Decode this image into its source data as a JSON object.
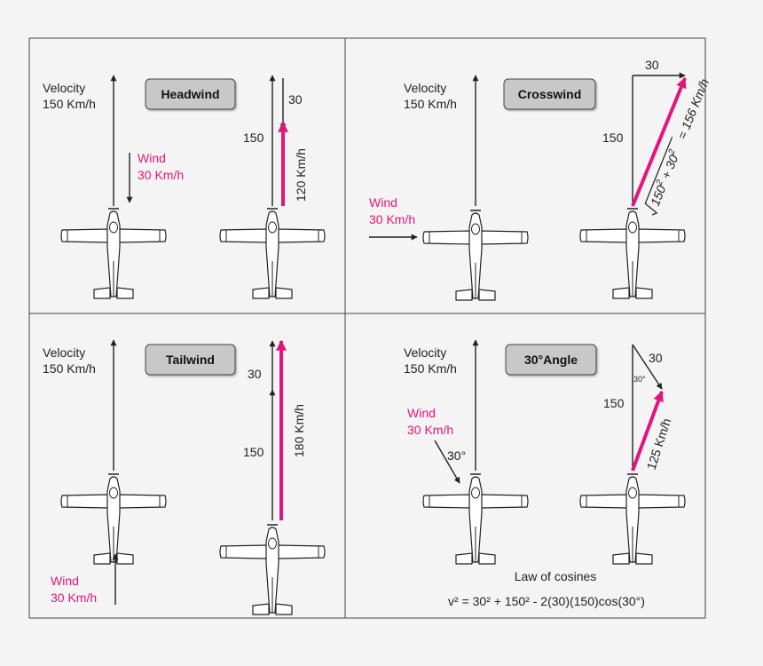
{
  "colors": {
    "wind": "#e4147c",
    "line": "#222222",
    "badge": "#c8c8c8"
  },
  "panels": {
    "headwind": {
      "title": "Headwind",
      "velocity_label_1": "Velocity",
      "velocity_label_2": "150 Km/h",
      "wind_label_1": "Wind",
      "wind_label_2": "30 Km/h",
      "v_label": "150",
      "w_label": "30",
      "result_label": "120 Km/h"
    },
    "crosswind": {
      "title": "Crosswind",
      "velocity_label_1": "Velocity",
      "velocity_label_2": "150 Km/h",
      "wind_label_1": "Wind",
      "wind_label_2": "30 Km/h",
      "v_label": "150",
      "w_label": "30",
      "result_label": "= 156 Km/h"
    },
    "tailwind": {
      "title": "Tailwind",
      "velocity_label_1": "Velocity",
      "velocity_label_2": "150 Km/h",
      "wind_label_1": "Wind",
      "wind_label_2": "30 Km/h",
      "v_label": "150",
      "w_label": "30",
      "result_label": "180 Km/h"
    },
    "angle": {
      "title": "30°Angle",
      "velocity_label_1": "Velocity",
      "velocity_label_2": "150 Km/h",
      "wind_label_1": "Wind",
      "wind_label_2": "30 Km/h",
      "angle_label": "30°",
      "angle_small_label": "30°",
      "v_label": "150",
      "w_label": "30",
      "result_label": "125 Km/h",
      "law_title": "Law of cosines",
      "formula": "v² = 30² + 150² - 2(30)(150)cos(30°)"
    }
  }
}
